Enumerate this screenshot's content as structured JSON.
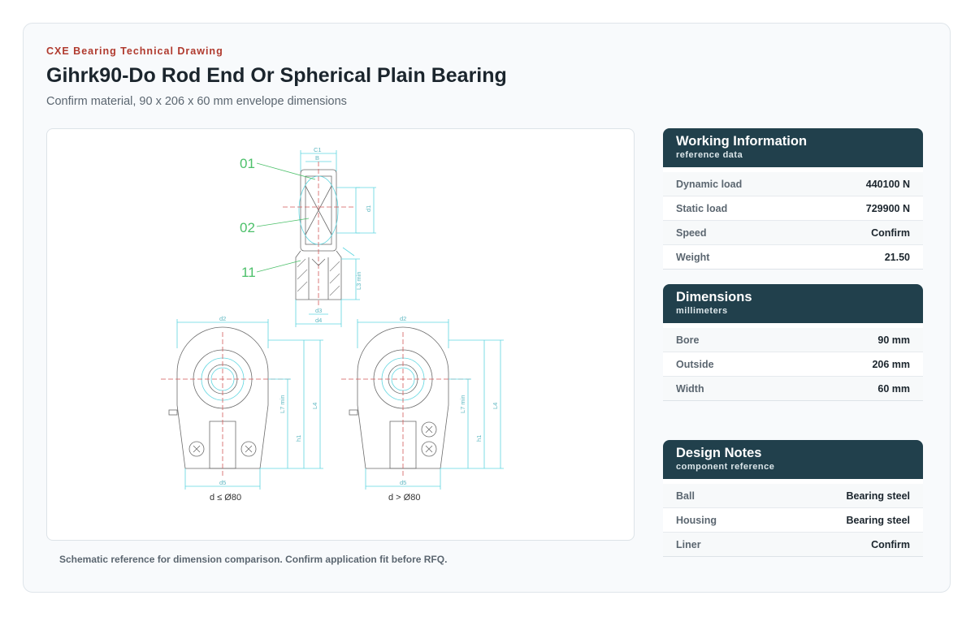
{
  "header": {
    "eyebrow": "CXE Bearing Technical Drawing",
    "title": "Gihrk90-Do Rod End Or Spherical Plain Bearing",
    "subtitle": "Confirm material, 90 x 206 x 60 mm envelope dimensions"
  },
  "drawing": {
    "callouts": [
      "01",
      "02",
      "11"
    ],
    "top_labels": [
      "C1",
      "B"
    ],
    "side_labels": [
      "d1",
      "L3 min"
    ],
    "bottom_labels": [
      "d3",
      "d4"
    ],
    "left_view": {
      "top_label": "d2",
      "side_labels": [
        "L7 min",
        "L4",
        "h1"
      ],
      "bottom_label": "d5",
      "caption": "d ≤ Ø80"
    },
    "right_view": {
      "top_label": "d2",
      "side_labels": [
        "L7 min",
        "L4",
        "h1"
      ],
      "bottom_label": "d5",
      "caption": "d > Ø80"
    }
  },
  "caption": "Schematic reference for dimension comparison. Confirm application fit before RFQ.",
  "working": {
    "title": "Working Information",
    "subtitle": "reference data",
    "rows": [
      {
        "label": "Dynamic load",
        "value": "440100 N"
      },
      {
        "label": "Static load",
        "value": "729900 N"
      },
      {
        "label": "Speed",
        "value": "Confirm"
      },
      {
        "label": "Weight",
        "value": "21.50"
      }
    ]
  },
  "dimensions": {
    "title": "Dimensions",
    "subtitle": "millimeters",
    "rows": [
      {
        "label": "Bore",
        "value": "90 mm"
      },
      {
        "label": "Outside",
        "value": "206 mm"
      },
      {
        "label": "Width",
        "value": "60 mm"
      }
    ]
  },
  "notes": {
    "title": "Design Notes",
    "subtitle": "component reference",
    "rows": [
      {
        "label": "Ball",
        "value": "Bearing steel"
      },
      {
        "label": "Housing",
        "value": "Bearing steel"
      },
      {
        "label": "Liner",
        "value": "Confirm"
      }
    ]
  },
  "colors": {
    "accent": "#b03a2e",
    "header_bg": "#21404c",
    "dimension_line": "#5fd6e0",
    "callout": "#4cc06a",
    "outline": "#6b6b6b",
    "centerline": "#d25a5a"
  }
}
